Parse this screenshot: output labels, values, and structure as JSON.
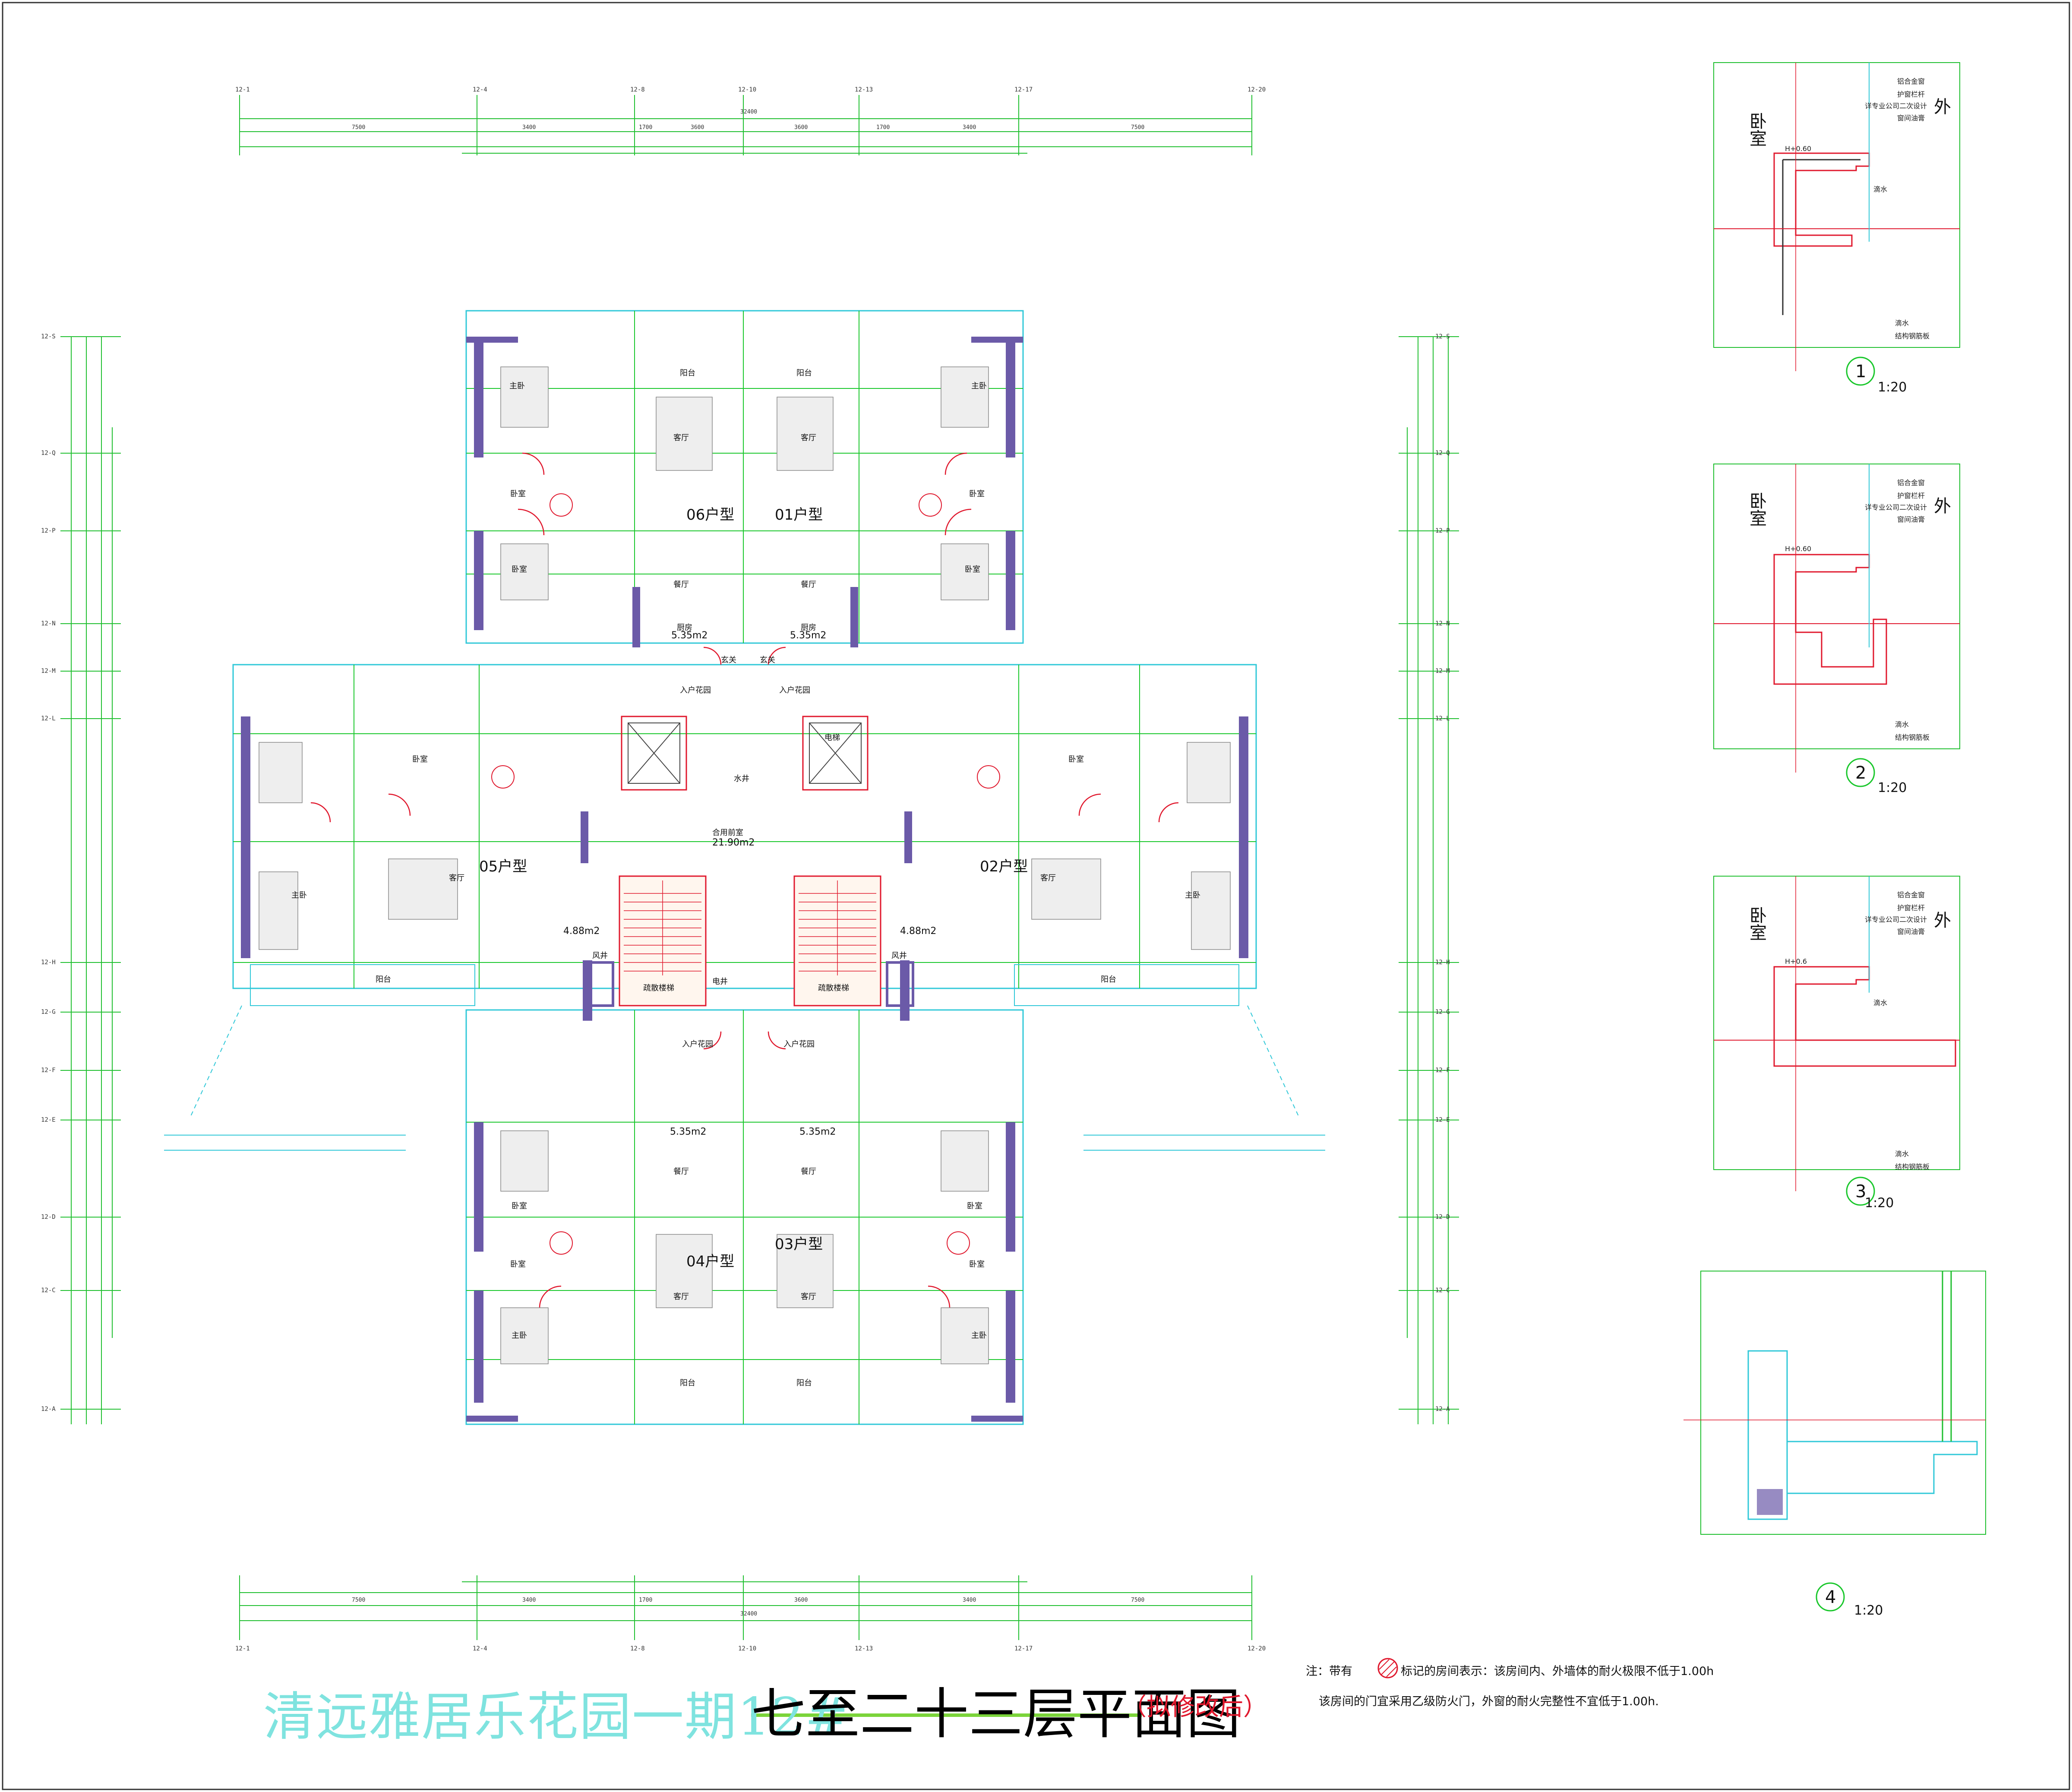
{
  "titles": {
    "project": "清远雅居乐花园一期12#",
    "plan": "七至二十三层平面图",
    "revision": "（拟修改后）"
  },
  "notes": {
    "line1_prefix": "注：带有",
    "line1_suffix": "标记的房间表示：该房间内、外墙体的耐火极限不低于1.00h",
    "line2": "该房间的门宜采用乙级防火门，外窗的耐火完整性不宜低于1.00h."
  },
  "units": {
    "u01": "01户型",
    "u02": "02户型",
    "u03": "03户型",
    "u04": "04户型",
    "u05": "05户型",
    "u06": "06户型"
  },
  "rooms": {
    "master_bedroom": "主卧",
    "bedroom": "卧室",
    "living": "客厅",
    "dining": "餐厅",
    "kitchen": "厨房",
    "balcony": "阳台",
    "entry": "玄关",
    "lobby": "合用前室",
    "entry_garden": "入户花园",
    "elevator": "电梯",
    "stair": "疏散楼梯",
    "air_shaft": "风井",
    "water_shaft": "水井",
    "elec_shaft": "电井"
  },
  "areas": {
    "kitchen_top": "5.35m2",
    "kitchen_mid": "4.88m2",
    "lobby": "21.90m2",
    "kitchen_bottom": "5.35m2"
  },
  "top_dims": {
    "total": "32400",
    "segments": [
      "7500",
      "3400",
      "1700",
      "3600",
      "3600",
      "1700",
      "3400",
      "7500"
    ],
    "axes": [
      "12-1",
      "12-4",
      "12-8",
      "12-10",
      "12-13",
      "12-17",
      "12-20"
    ]
  },
  "side_axes": [
    "12-S",
    "12-Q",
    "12-P",
    "12-N",
    "12-M",
    "12-L",
    "12-H",
    "12-G",
    "12-F",
    "12-E",
    "12-D",
    "12-C",
    "12-A"
  ],
  "details": {
    "bedroom": "卧室",
    "outside": "外",
    "d1": {
      "num": "1",
      "scale": "1:20",
      "height": "H+0.60"
    },
    "d2": {
      "num": "2",
      "scale": "1:20",
      "height": "H+0.60"
    },
    "d3": {
      "num": "3",
      "scale": "1:20",
      "height": "H+0.6"
    },
    "d4": {
      "num": "4",
      "scale": "1:20"
    },
    "notes": [
      "铝合金窗",
      "护窗栏杆",
      "详专业公司二次设计",
      "窗间油膏",
      "滴水",
      "结构钢筋板"
    ]
  }
}
